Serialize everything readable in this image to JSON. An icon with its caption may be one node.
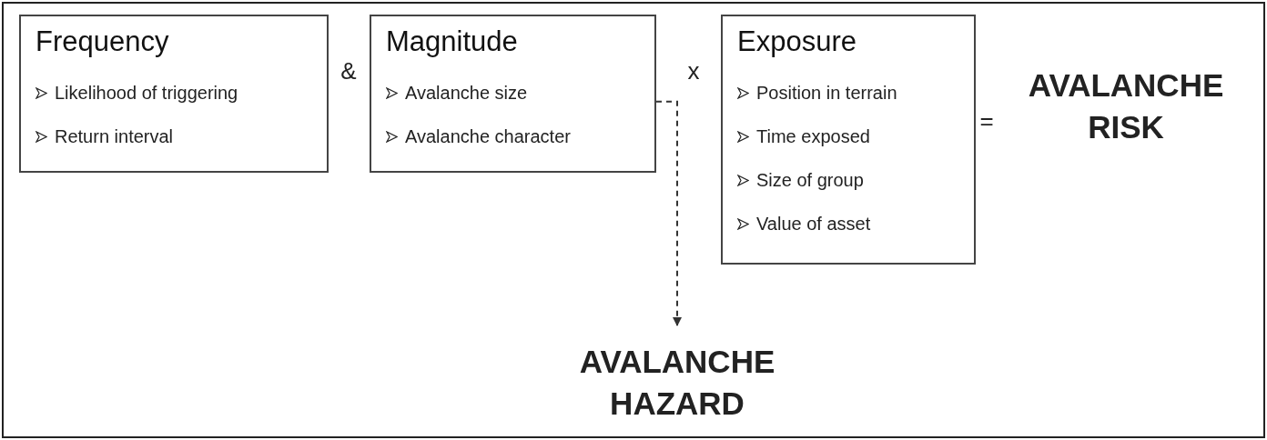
{
  "diagram": {
    "nodes": [
      {
        "text": [],
        "shape": "box"
      },
      {
        "text": [
          "Frequency",
          "Likelihood of triggering",
          "Return interval"
        ],
        "in": 0
      },
      {
        "text": [
          "Magnitude",
          "Avalanche size",
          "Avalanche character"
        ],
        "in": 0
      },
      {
        "text": [
          "Exposure",
          "Position in terrain",
          "Time exposed",
          "Size of group",
          "Value of asset"
        ],
        "in": 0
      },
      {
        "text": [
          "AVALANCHE HAZARD"
        ],
        "in": 0
      }
    ],
    "edges": [
      {
        "from": 2,
        "to": 4,
        "arrow": "to",
        "style": "dashed"
      }
    ],
    "labels": [
      "&",
      "x",
      "=",
      "AVALANCHE RISK"
    ]
  }
}
